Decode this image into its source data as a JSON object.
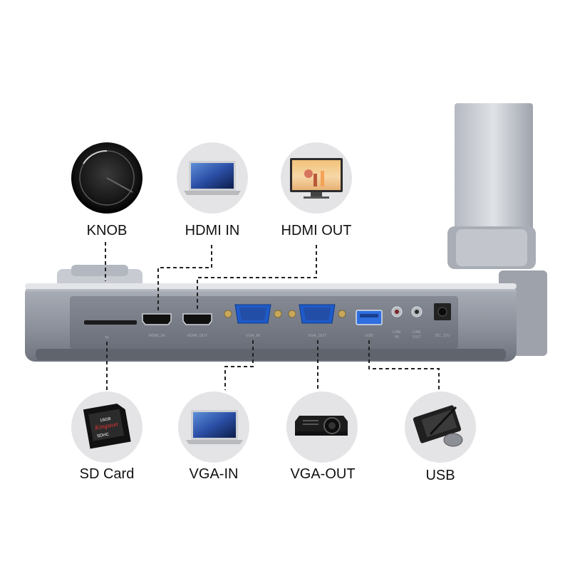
{
  "callouts": {
    "knob": "KNOB",
    "hdmi_in": "HDMI IN",
    "hdmi_out": "HDMI OUT",
    "sd_card": "SD Card",
    "vga_in": "VGA-IN",
    "vga_out": "VGA-OUT",
    "usb": "USB"
  },
  "port_labels": {
    "sd": "TF",
    "hdmi_in": "HDMI_IN",
    "hdmi_out": "HDMI_OUT",
    "vga_in": "VGA_IN",
    "vga_out": "VGA_OUT",
    "usb": "USB",
    "line_in_1": "LINE",
    "line_in_2": "IN",
    "line_out_1": "LINE",
    "line_out_2": "OUT",
    "dc": "DC_12V"
  },
  "sd_card_text": {
    "brand": "Kingston",
    "size": "16GB",
    "type": "SDHC"
  },
  "colors": {
    "device_body": "#8e939d",
    "device_top": "#c9ccd2",
    "vga_blue": "#1e5bc8",
    "usb_blue": "#2f6fe0",
    "icon_circle": "#e4e4e6",
    "leader_line": "#222222"
  }
}
